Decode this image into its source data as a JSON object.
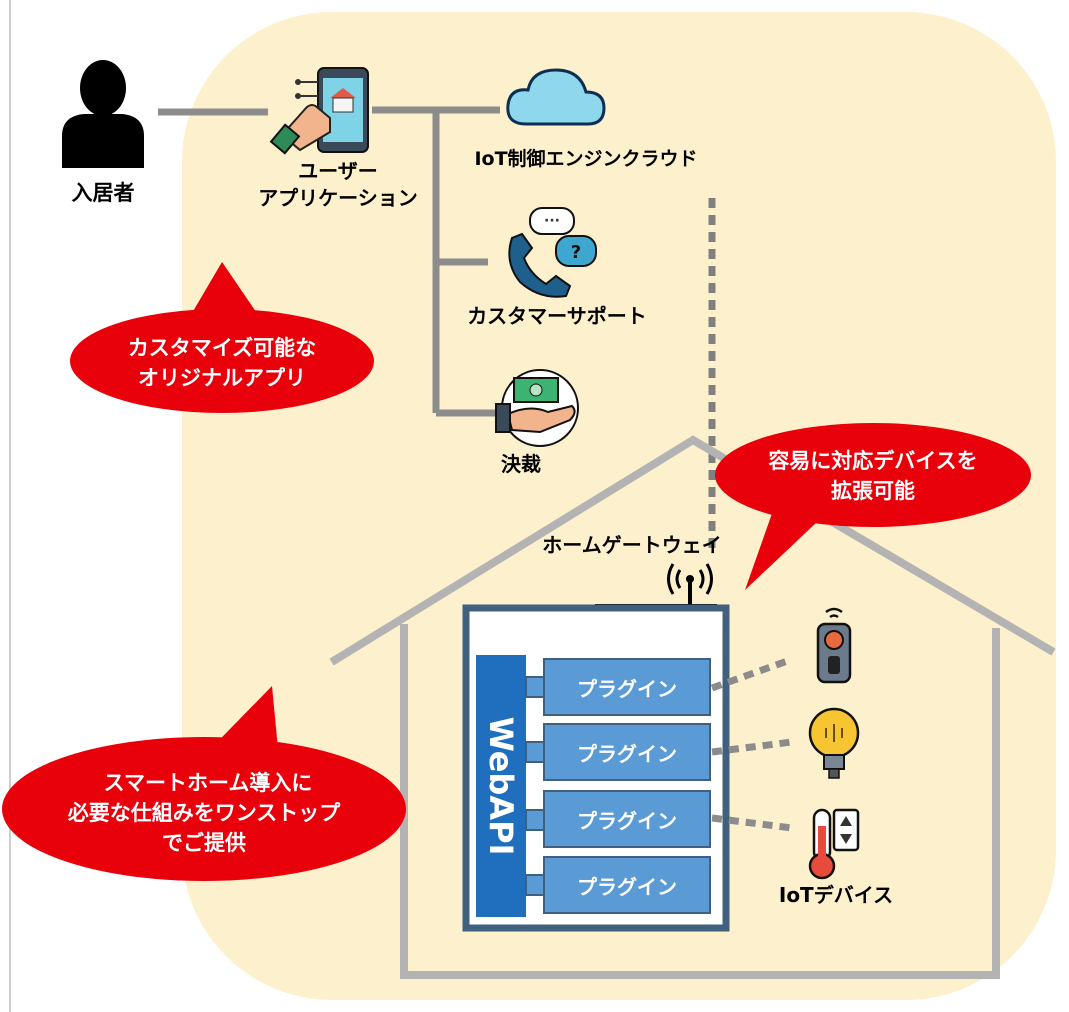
{
  "labels": {
    "resident": "入居者",
    "user_app_line1": "ユーザー",
    "user_app_line2": "アプリケーション",
    "cloud": "IoT制御エンジンクラウド",
    "support": "カスタマーサポート",
    "payment": "決裁",
    "gateway": "ホームゲートウェイ",
    "webapi": "WebAPI",
    "plugins": [
      "プラグイン",
      "プラグイン",
      "プラグイン",
      "プラグイン"
    ],
    "iot_devices": "IoTデバイス"
  },
  "callouts": {
    "custom_app_line1": "カスタマイズ可能な",
    "custom_app_line2": "オリジナルアプリ",
    "expand_line1": "容易に対応デバイスを",
    "expand_line2": "拡張可能",
    "onestop_line1": "スマートホーム導入に",
    "onestop_line2": "必要な仕組みをワンストップ",
    "onestop_line3": "でご提供"
  },
  "colors": {
    "background_area": "#fdf0cd",
    "callout_red": "#e8000b",
    "webapi_blue": "#1f6fbe",
    "plugin_blue": "#5b9bd5",
    "line_gray": "#a6a6a6",
    "connector_gray": "#8c8c8c"
  },
  "icons": [
    "person-icon",
    "smartphone-app-icon",
    "cloud-icon",
    "support-phone-icon",
    "payment-hand-icon",
    "router-icon",
    "remote-sensor-icon",
    "light-bulb-icon",
    "thermometer-icon"
  ]
}
